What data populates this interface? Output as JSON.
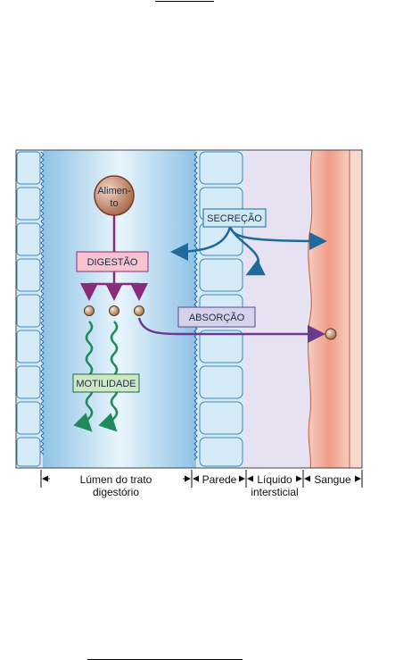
{
  "food": {
    "line1": "Alimen-",
    "line2": "to"
  },
  "processes": {
    "secretion": "SECREÇÃO",
    "digestion": "DIGESTÃO",
    "absorption": "ABSORÇÃO",
    "motility": "MOTILIDADE"
  },
  "regions": {
    "lumen_line1": "Lúmen do trato",
    "lumen_line2": "digestório",
    "wall": "Parede",
    "interstitial_line1": "Líquido",
    "interstitial_line2": "intersticial",
    "blood": "Sangue"
  },
  "colors": {
    "lumen_blue": "#9fcbe8",
    "cell_blue": "#d5ecf8",
    "interstitial": "#e6e2f1",
    "blood": "#f2b6a8",
    "purple_arrow": "#8a2a7a",
    "blue_arrow": "#1f6a9a",
    "green_wave": "#1f8a5a",
    "digestion_box": "#f7c3cf",
    "motility_box": "#cfe8c4",
    "secretion_box": "#cfeaf3",
    "absorption_box": "#d6d2ea"
  }
}
